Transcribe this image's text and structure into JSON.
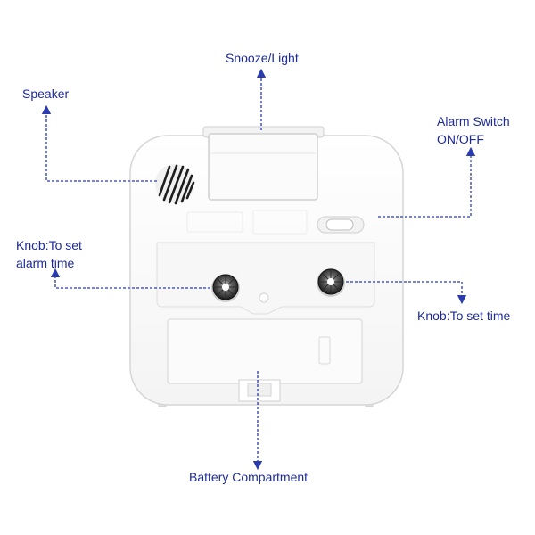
{
  "labels": {
    "snooze_light": "Snooze/Light",
    "speaker": "Speaker",
    "alarm_switch_line1": "Alarm Switch",
    "alarm_switch_line2": "ON/OFF",
    "knob_alarm_line1": "Knob:To set",
    "knob_alarm_line2": "alarm time",
    "knob_time": "Knob:To set time",
    "battery": "Battery Compartment"
  },
  "colors": {
    "label_text": "#1c2a9c",
    "leader_line": "#2a3bb0",
    "body": "#ffffff",
    "body_outline": "#d9d9d9"
  }
}
